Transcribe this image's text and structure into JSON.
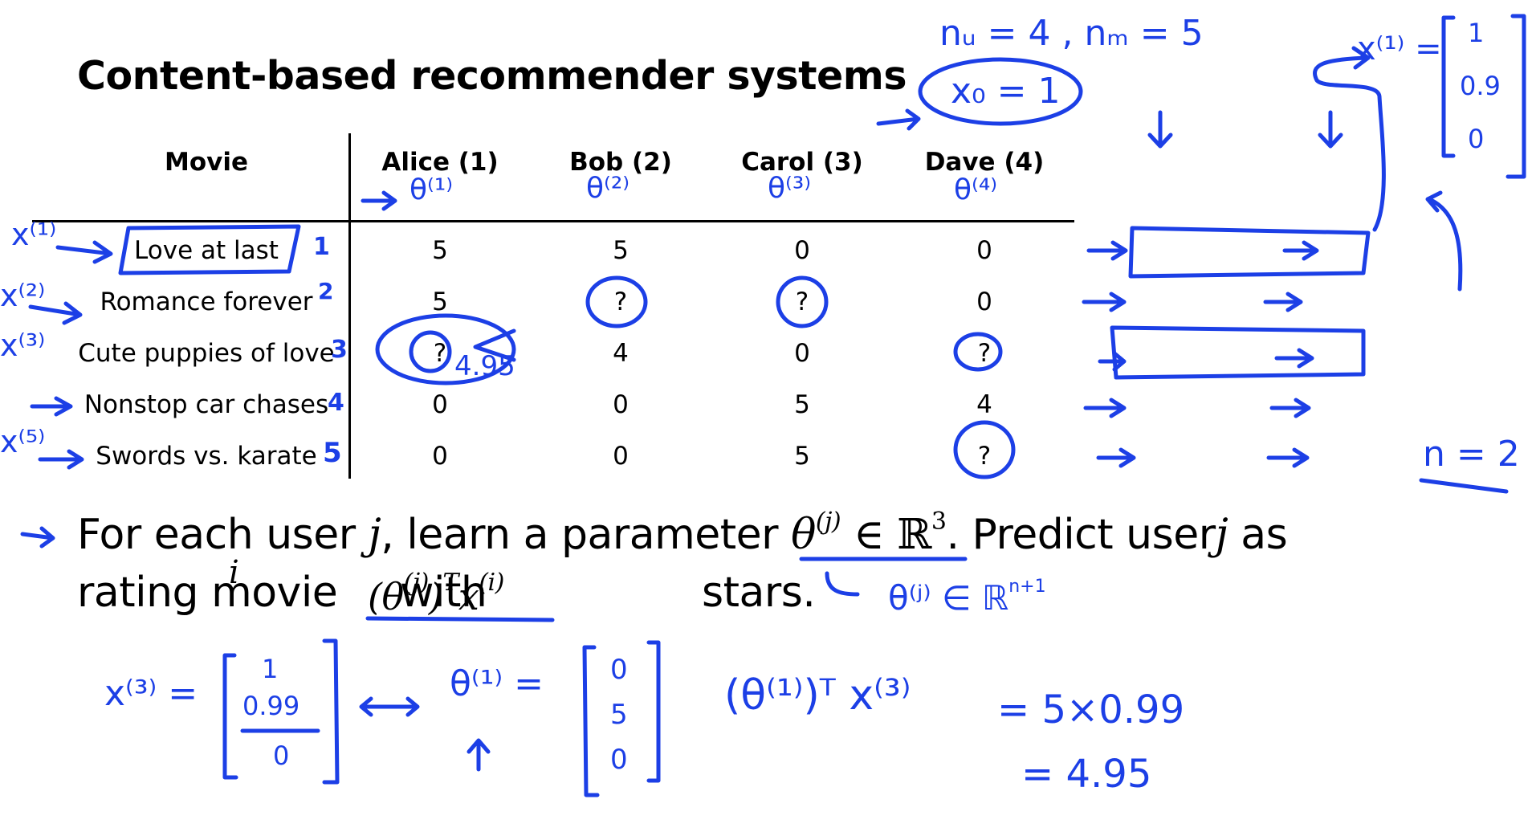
{
  "slide": {
    "title": "Content-based recommender systems"
  },
  "table": {
    "header_movie": "Movie",
    "users": [
      "Alice (1)",
      "Bob (2)",
      "Carol (3)",
      "Dave (4)"
    ],
    "rows": [
      {
        "movie": "Love at last",
        "ratings": [
          "5",
          "5",
          "0",
          "0"
        ]
      },
      {
        "movie": "Romance forever",
        "ratings": [
          "5",
          "?",
          "?",
          "0"
        ]
      },
      {
        "movie": "Cute puppies of love",
        "ratings": [
          "?",
          "4",
          "0",
          "?"
        ]
      },
      {
        "movie": "Nonstop car chases",
        "ratings": [
          "0",
          "0",
          "5",
          "4"
        ]
      },
      {
        "movie": "Swords vs. karate",
        "ratings": [
          "0",
          "0",
          "5",
          "?"
        ]
      }
    ]
  },
  "bullet": {
    "line1_a": "For each user",
    "line1_j": "j",
    "line1_b": ", learn a parameter",
    "line1_theta": "θ",
    "line1_sup": "(j)",
    "line1_in": "∈ ℝ",
    "line1_pow": "3",
    "line1_c": ". Predict user",
    "line1_j2": "j",
    "line1_d": " as",
    "line2_a": "rating movie",
    "line2_i": "i",
    "line2_b": "with",
    "line2_formula_open": "(θ",
    "line2_formula_sup1": "(j)",
    "line2_formula_close": ")",
    "line2_formula_T": "T",
    "line2_formula_x": "x",
    "line2_formula_sup2": "(i)",
    "line2_c": "stars."
  },
  "annotations": {
    "nu_nm": "nᵤ = 4 , nₘ = 5",
    "x0": "x₀ = 1",
    "x1_label": "x⁽¹⁾ =",
    "x1_vector": [
      "1",
      "0.9",
      "0"
    ],
    "theta_labels": [
      "θ⁽¹⁾",
      "θ⁽²⁾",
      "θ⁽³⁾",
      "θ⁽⁴⁾"
    ],
    "row_numbers": [
      "1",
      "2",
      "3",
      "4",
      "5"
    ],
    "x_row_labels": [
      "x⁽¹⁾",
      "x⁽²⁾",
      "x⁽³⁾",
      "x⁽⁵⁾"
    ],
    "predicted": "4.95",
    "n_eq": "n = 2",
    "theta_in_r": "θ⁽ʲ⁾ ∈ ℝ",
    "theta_in_r_sup": "n+1",
    "x3_label": "x⁽³⁾ =",
    "x3_vector": [
      "1",
      "0.99",
      "0"
    ],
    "theta1_label": "θ⁽¹⁾ =",
    "theta1_vector": [
      "0",
      "5",
      "0"
    ],
    "calc_lhs": "(θ⁽¹⁾)ᵀ x⁽³⁾",
    "calc_step1": "= 5×0.99",
    "calc_step2": "= 4.95"
  }
}
